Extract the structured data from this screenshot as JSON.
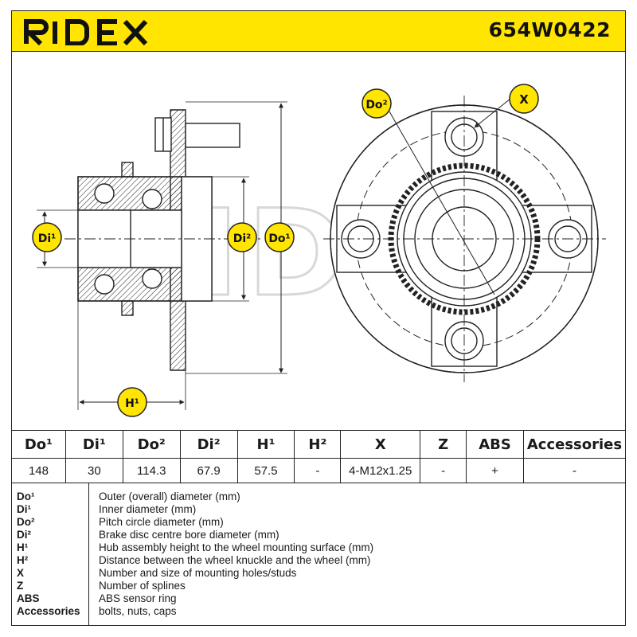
{
  "header": {
    "brand": "RIDEX",
    "part_number": "654W0422",
    "brand_color": "#ffe500"
  },
  "drawing_labels": {
    "do1": "Do¹",
    "di1": "Di¹",
    "do2": "Do²",
    "di2": "Di²",
    "h1": "H¹",
    "x": "X"
  },
  "watermark": "RIDEX",
  "table": {
    "columns": [
      "Do¹",
      "Di¹",
      "Do²",
      "Di²",
      "H¹",
      "H²",
      "X",
      "Z",
      "ABS",
      "Accessories"
    ],
    "values": [
      "148",
      "30",
      "114.3",
      "67.9",
      "57.5",
      "-",
      "4-M12x1.25",
      "-",
      "+",
      "-"
    ]
  },
  "legend": [
    {
      "key": "Do¹",
      "desc": "Outer (overall) diameter (mm)"
    },
    {
      "key": "Di¹",
      "desc": "Inner diameter (mm)"
    },
    {
      "key": "Do²",
      "desc": "Pitch circle diameter (mm)"
    },
    {
      "key": "Di²",
      "desc": "Brake disc centre bore diameter (mm)"
    },
    {
      "key": "H¹",
      "desc": "Hub assembly height to the wheel mounting surface (mm)"
    },
    {
      "key": "H²",
      "desc": "Distance between the wheel knuckle and the wheel (mm)"
    },
    {
      "key": "X",
      "desc": "Number and size of mounting holes/studs"
    },
    {
      "key": "Z",
      "desc": "Number of splines"
    },
    {
      "key": "ABS",
      "desc": "ABS sensor ring"
    },
    {
      "key": "Accessories",
      "desc": "bolts, nuts, caps"
    }
  ]
}
